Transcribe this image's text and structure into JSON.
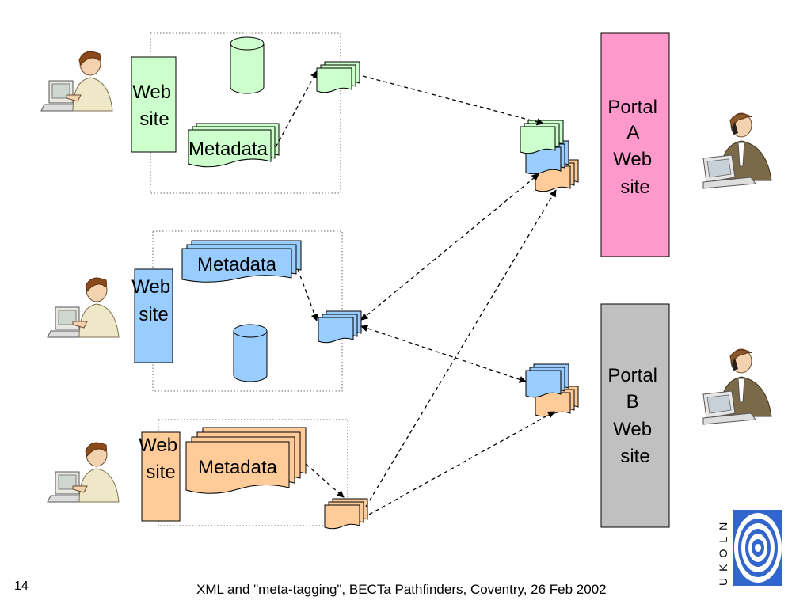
{
  "providers": [
    {
      "site_label": [
        "Web",
        "site"
      ],
      "metadata_label": "Metadata",
      "color": "#ccffcc"
    },
    {
      "site_label": [
        "Web",
        "site"
      ],
      "metadata_label": "Metadata",
      "color": "#99ccff"
    },
    {
      "site_label": [
        "Web",
        "site"
      ],
      "metadata_label": "Metadata",
      "color": "#ffcc99"
    }
  ],
  "portals": [
    {
      "label": [
        "Portal",
        "A",
        "Web",
        "site"
      ],
      "color": "#ff99cc"
    },
    {
      "label": [
        "Portal",
        "B",
        "Web",
        "site"
      ],
      "color": "#c0c0c0"
    }
  ],
  "logo": {
    "letters": "UKOLN",
    "color": "#3366cc"
  },
  "footer": {
    "slide_number": "14",
    "text": "XML and \"meta-tagging\", BECTa Pathfinders, Coventry, 26 Feb 2002"
  }
}
